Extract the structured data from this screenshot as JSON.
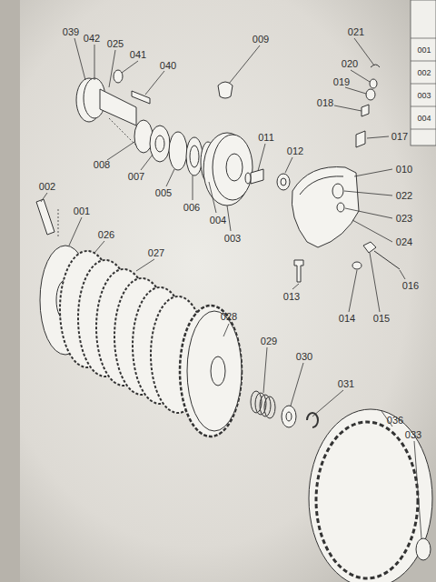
{
  "diagram": {
    "labels": [
      "039",
      "042",
      "025",
      "041",
      "040",
      "009",
      "021",
      "020",
      "019",
      "018",
      "017",
      "011",
      "012",
      "010",
      "022",
      "023",
      "024",
      "008",
      "007",
      "005",
      "006",
      "004",
      "003",
      "002",
      "001",
      "026",
      "027",
      "013",
      "016",
      "014",
      "015",
      "028",
      "029",
      "030",
      "031",
      "036",
      "033",
      "001",
      "002",
      "003",
      "004"
    ]
  }
}
